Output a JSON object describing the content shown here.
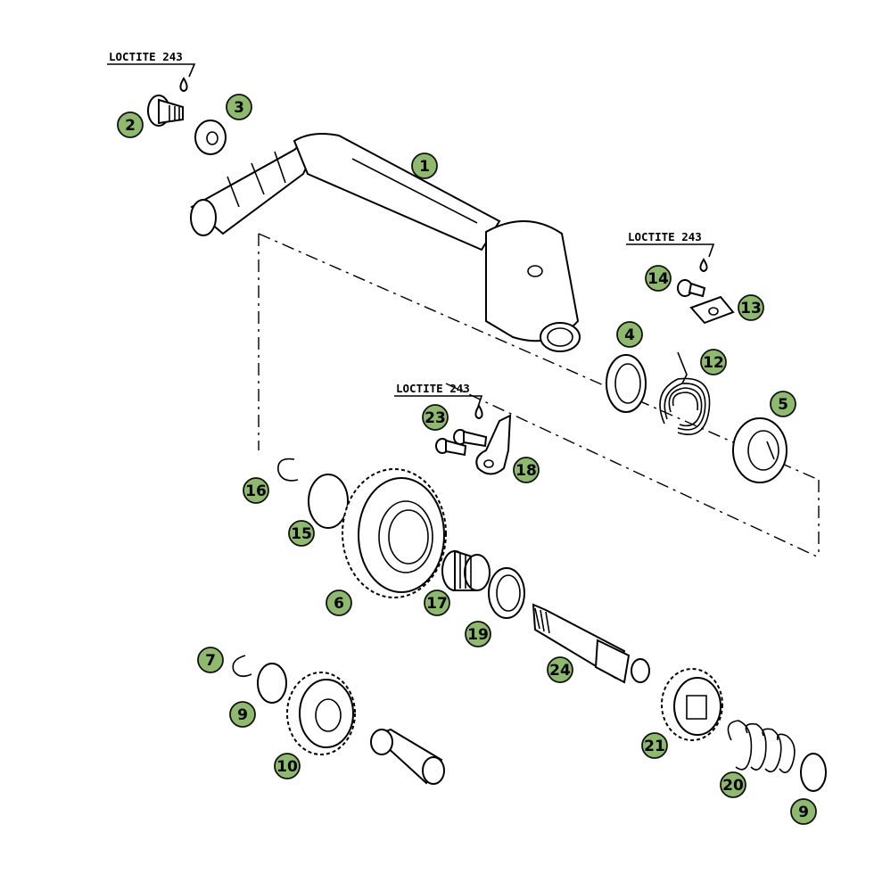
{
  "colors": {
    "callout_fill": "#8dbb6b",
    "callout_stroke": "#111111",
    "line": "#000000",
    "background": "#ffffff"
  },
  "loctite_notes": [
    {
      "id": "loctite-1",
      "text": "LOCTITE 243"
    },
    {
      "id": "loctite-2",
      "text": "LOCTITE 243"
    },
    {
      "id": "loctite-3",
      "text": "LOCTITE 243"
    }
  ],
  "callouts": [
    {
      "id": "c1",
      "label": "1"
    },
    {
      "id": "c2",
      "label": "2"
    },
    {
      "id": "c3",
      "label": "3"
    },
    {
      "id": "c4",
      "label": "4"
    },
    {
      "id": "c5",
      "label": "5"
    },
    {
      "id": "c6",
      "label": "6"
    },
    {
      "id": "c7",
      "label": "7"
    },
    {
      "id": "c9a",
      "label": "9"
    },
    {
      "id": "c9b",
      "label": "9"
    },
    {
      "id": "c10",
      "label": "10"
    },
    {
      "id": "c12",
      "label": "12"
    },
    {
      "id": "c13",
      "label": "13"
    },
    {
      "id": "c14",
      "label": "14"
    },
    {
      "id": "c15",
      "label": "15"
    },
    {
      "id": "c16",
      "label": "16"
    },
    {
      "id": "c17",
      "label": "17"
    },
    {
      "id": "c18",
      "label": "18"
    },
    {
      "id": "c19",
      "label": "19"
    },
    {
      "id": "c20",
      "label": "20"
    },
    {
      "id": "c21",
      "label": "21"
    },
    {
      "id": "c23",
      "label": "23"
    },
    {
      "id": "c24",
      "label": "24"
    }
  ]
}
